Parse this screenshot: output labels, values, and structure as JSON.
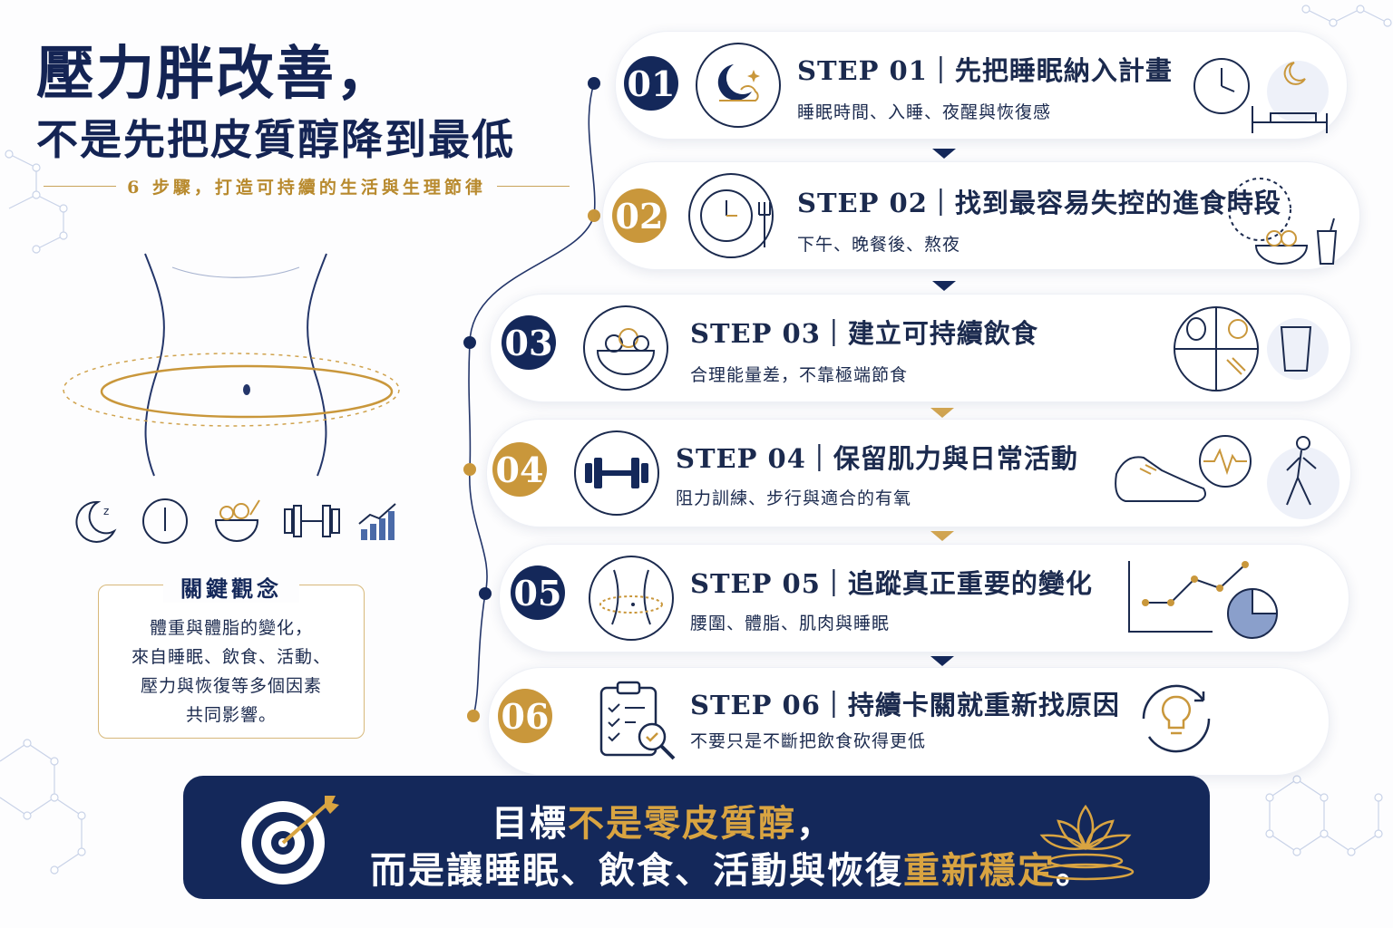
{
  "header": {
    "title_line1": "壓力胖改善，",
    "title_line2": "不是先把皮質醇降到最低",
    "subtitle": "6 步驟，打造可持續的生活與生理節律"
  },
  "colors": {
    "navy": "#14285a",
    "gold": "#c9973b",
    "background": "#fdfdfe"
  },
  "steps": [
    {
      "number": "01",
      "title": "STEP 01｜先把睡眠納入計畫",
      "subtitle": "睡眠時間、入睡、夜醒與恢復感",
      "badge_color": "navy",
      "icon": "moon-stars-icon",
      "side_icons": [
        "clock-icon",
        "bed-moon-icon"
      ]
    },
    {
      "number": "02",
      "title": "STEP 02｜找到最容易失控的進食時段",
      "subtitle": "下午、晚餐後、熬夜",
      "badge_color": "gold",
      "icon": "clock-fork-icon",
      "side_icons": [
        "late-night-clock-icon",
        "snack-bowl-icon"
      ]
    },
    {
      "number": "03",
      "title": "STEP 03｜建立可持續飲食",
      "subtitle": "合理能量差，不靠極端節食",
      "badge_color": "navy",
      "icon": "salad-bowl-icon",
      "side_icons": [
        "balanced-plate-icon",
        "water-glass-icon"
      ]
    },
    {
      "number": "04",
      "title": "STEP 04｜保留肌力與日常活動",
      "subtitle": "阻力訓練、步行與適合的有氧",
      "badge_color": "gold",
      "icon": "dumbbell-icon",
      "side_icons": [
        "sneaker-icon",
        "heartbeat-icon",
        "walking-person-icon"
      ]
    },
    {
      "number": "05",
      "title": "STEP 05｜追蹤真正重要的變化",
      "subtitle": "腰圍、體脂、肌肉與睡眠",
      "badge_color": "navy",
      "icon": "waist-measure-icon",
      "side_icons": [
        "line-chart-icon",
        "pie-chart-icon"
      ]
    },
    {
      "number": "06",
      "title": "STEP 06｜持續卡關就重新找原因",
      "subtitle": "不要只是不斷把飲食砍得更低",
      "badge_color": "gold",
      "icon": "checklist-magnifier-icon",
      "side_icons": [
        "lightbulb-cycle-icon"
      ]
    }
  ],
  "concept": {
    "title": "關鍵觀念",
    "lines": [
      "體重與體脂的變化，",
      "來自睡眠、飲食、活動、",
      "壓力與恢復等多個因素",
      "共同影響。"
    ]
  },
  "left_icons": [
    "sleep-moon-icon",
    "clock-icon",
    "food-bowl-icon",
    "dumbbell-icon",
    "growth-chart-icon"
  ],
  "banner": {
    "line1_a": "目標",
    "line1_highlight": "不是零皮質醇",
    "line1_b": "，",
    "line2_a": "而是讓睡眠、飲食、活動與恢復",
    "line2_highlight": "重新穩定",
    "line2_b": "。",
    "icons": [
      "target-arrow-icon",
      "lotus-icon"
    ]
  }
}
